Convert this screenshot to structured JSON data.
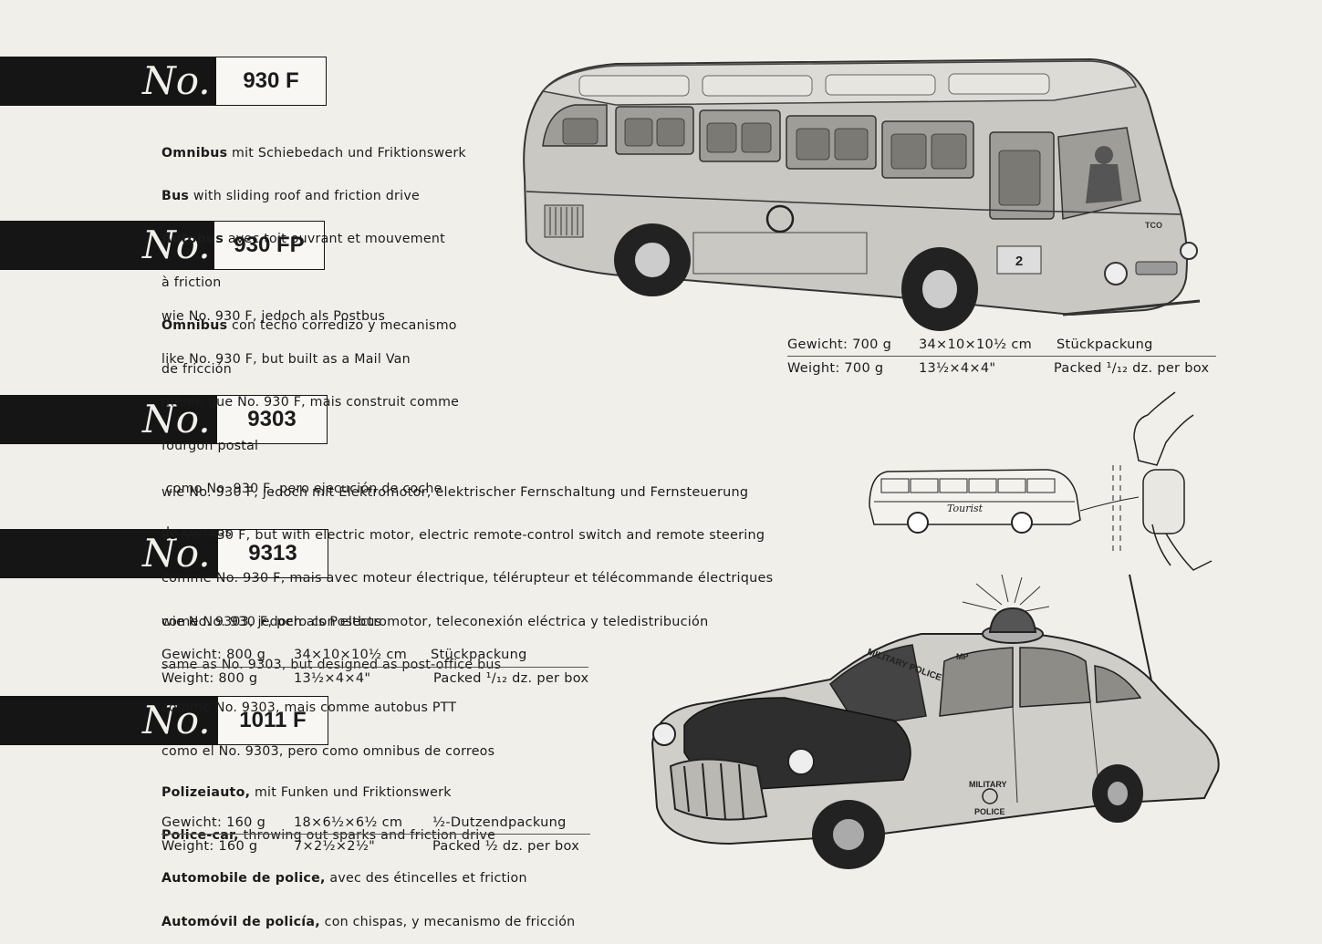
{
  "no_mark": "No.",
  "items": [
    {
      "model": "930 F",
      "lines": [
        {
          "bold": "Omnibus",
          "rest": " mit Schiebedach und Friktionswerk"
        },
        {
          "bold": "Bus",
          "rest": " with sliding roof and friction drive"
        },
        {
          "bold": "Autobus",
          "rest": " avec toit ouvrant et mouvement"
        },
        {
          "bold": "",
          "rest": "à friction"
        },
        {
          "bold": "Omnibus",
          "rest": " con techo corredizo y mecanismo"
        },
        {
          "bold": "",
          "rest": "de fricción"
        }
      ]
    },
    {
      "model": "930 FP",
      "lines": [
        "wie No. 930 F, jedoch als Postbus",
        "like No. 930 F, but built as a Mail Van",
        "même que No. 930 F, mais construit comme",
        "fourgon postal",
        " como No. 930 F, pero ejecución de coche",
        "de correos"
      ]
    },
    {
      "model": "9303",
      "lines": [
        "wie No. 930 F, jedoch mit Elektromotor, elektrischer Fernschaltung und Fernsteuerung",
        "as No. 930 F, but with electric motor, electric remote-control switch and remote steering",
        "comme No. 930 F, mais avec moteur électrique, télérupteur et télécommande électriques",
        "come No. 930 F, pero con electromotor, teleconexión eléctrica y teledistribución"
      ]
    },
    {
      "model": "9313",
      "lines": [
        "wie No. 9303, jedoch als Postbus",
        "same as No. 9303, but designed as post-office bus",
        "comme No. 9303, mais comme autobus PTT",
        "como el No. 9303, pero como omnibus de correos"
      ],
      "specs": {
        "weight_de": "Gewicht: 800 g",
        "size_metric": "34×10×10½ cm",
        "pack_de": "Stückpackung",
        "weight_en": "Weight: 800 g",
        "size_imperial": "13½×4×4\"",
        "pack_en": "Packed ¹/₁₂ dz. per box"
      }
    },
    {
      "model": "1011 F",
      "lines": [
        {
          "bold": "Polizeiauto,",
          "rest": " mit Funken und Friktionswerk"
        },
        {
          "bold": "Police-car,",
          "rest": " throwing out sparks and friction drive"
        },
        {
          "bold": "Automobile de police,",
          "rest": " avec des étincelles et friction"
        },
        {
          "bold": "Automóvil de policía,",
          "rest": " con chispas, y mecanismo de fricción"
        }
      ],
      "specs": {
        "weight_de": "Gewicht: 160 g",
        "size_metric": "18×6½×6½ cm",
        "pack_de": "½-Dutzendpackung",
        "weight_en": "Weight: 160 g",
        "size_imperial": "7×2½×2½\"",
        "pack_en": "Packed ½ dz. per box"
      }
    }
  ],
  "bus_specs": {
    "weight_de": "Gewicht: 700 g",
    "size_metric": "34×10×10½ cm",
    "pack_de": "Stückpackung",
    "weight_en": "Weight: 700 g",
    "size_imperial": "13½×4×4\"",
    "pack_en": "Packed ¹/₁₂ dz. per box"
  },
  "illustrations": {
    "bus_number": "2",
    "bus_badge": "TCO",
    "small_bus_script": "Tourist",
    "car_roof_text": "MILITARY POLICE",
    "car_door_top": "MILITARY",
    "car_door_bottom": "POLICE",
    "car_badge": "MP"
  }
}
